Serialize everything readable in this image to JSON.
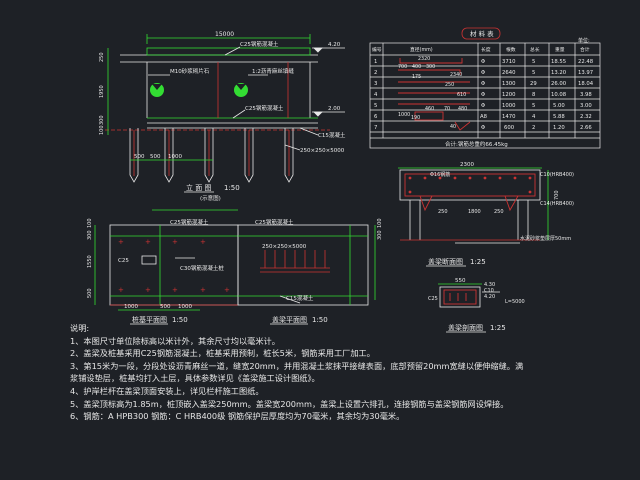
{
  "front_view": {
    "dim_top": "15000",
    "label_c25_top": "C25钢筋混凝土",
    "label_m10": "M10砂浆砌片石",
    "label_slope": "1:2沥青麻丝填缝",
    "label_c25_bottom": "C25钢筋混凝土",
    "label_c15": "C15混凝土",
    "label_pile": "250×250×5000",
    "elev_top": "4.20",
    "elev_mid": "2.00",
    "dims_left": [
      "250",
      "1950",
      "300",
      "100"
    ],
    "dims_bottom": [
      "500",
      "500",
      "1000"
    ],
    "title": "立 面 图",
    "scale": "1:50",
    "subtitle": "(示意图)"
  },
  "plan_left": {
    "label_c25_block": "C25钢筋混凝土",
    "label_fill": "C25",
    "label_pile": "C30钢筋混凝土桩",
    "dims_left": [
      "300",
      "100",
      "1550",
      "500"
    ],
    "dims_bottom": [
      "1000",
      "500",
      "1000"
    ],
    "title": "桩基平面图",
    "scale": "1:50"
  },
  "plan_right": {
    "label_top": "C25钢筋混凝土",
    "label_mid": "250×250×5000",
    "label_c15": "C15混凝土",
    "dims_right": [
      "300",
      "100"
    ],
    "title": "盖梁平面图",
    "scale": "1:50"
  },
  "table": {
    "title": "材 料 表",
    "unit": "单位:",
    "headers": [
      "编号",
      "直径(mm)",
      "长度",
      "根数",
      "总长",
      "重量",
      "合计"
    ],
    "rows": [
      [
        "1",
        "Φ",
        "3710",
        "5",
        "18.55",
        "22.48"
      ],
      [
        "2",
        "Φ",
        "2640",
        "5",
        "13.20",
        "13.97"
      ],
      [
        "3",
        "Φ",
        "1300",
        "29",
        "26.00",
        "18.04"
      ],
      [
        "4",
        "Φ",
        "1200",
        "8",
        "10.08",
        "3.98"
      ],
      [
        "5",
        "Φ",
        "1000",
        "5",
        "5.00",
        "3.00"
      ],
      [
        "6",
        "A8",
        "1470",
        "4",
        "5.88",
        "2.32"
      ],
      [
        "7",
        "Φ",
        "600",
        "2",
        "1.20",
        "2.66"
      ]
    ],
    "shape_labels": [
      "2320",
      "700",
      "400",
      "300",
      "2340",
      "175",
      "250",
      "610",
      "1000",
      "460",
      "70",
      "190",
      "40",
      "480"
    ],
    "total": "合计:钢筋总重约66.45kg"
  },
  "section_a": {
    "dim_top": "2300",
    "label_tl": "Φ16钢筋",
    "label_tr": "C10(HRB400)",
    "label_right": "C14(HRB400)",
    "label_bottom": "水泥砂浆垫层厚50mm",
    "dim_right": "700",
    "dim_a": "250",
    "dim_b": "1800",
    "dim_c": "250",
    "title": "盖梁断面图",
    "scale": "1:25"
  },
  "section_b": {
    "dim_top": "550",
    "label_r1": "4.30",
    "label_r2": "C10",
    "label_r3": "4.20",
    "label_bottom": "L=5000",
    "label_left": "C25",
    "title": "盖梁剖面图",
    "scale": "1:25"
  },
  "notes": {
    "heading": "说明:",
    "lines": [
      "1、本图尺寸单位除标高以米计外，其余尺寸均以毫米计。",
      "2、盖梁及桩基采用C25钢筋混凝土，桩基采用预制，桩长5米，钢筋采用工厂加工。",
      "3、第15米为一段，分段处设沥青麻丝一道，缝宽20mm，并用混凝土浆抹平接缝表面，底部预留20mm宽缝以便伸缩缝。满",
      "   浆铺设垫层，桩基均打入土层，具体参数详见《盖梁施工设计图纸》。",
      "4、护岸栏杆在盖梁顶面安装上，详见栏杆施工图纸。",
      "5、盖梁顶标高为1.85m，桩顶嵌入盖梁250mm。盖梁宽200mm，盖梁上设置六排孔，连接钢筋与盖梁钢筋网设焊接。",
      "6、钢筋：A HPB300  钢筋：C HRB400级  钢筋保护层厚度均为70毫米，其余均为30毫米。"
    ]
  }
}
